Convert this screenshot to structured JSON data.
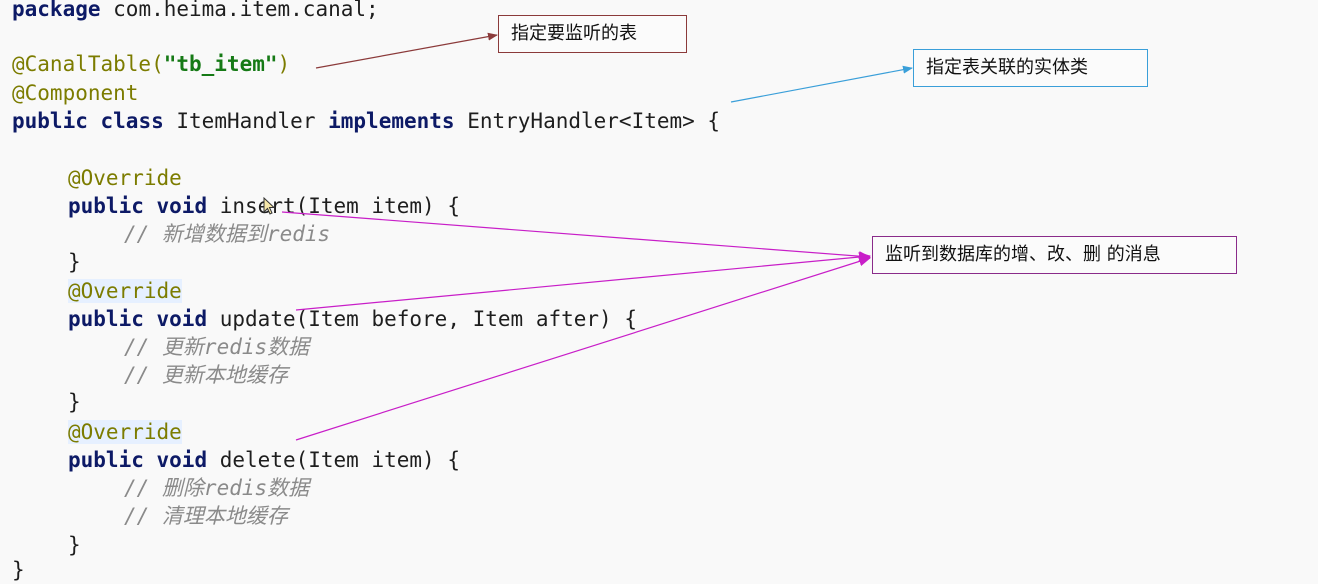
{
  "code": {
    "package_kw": "package",
    "package_name": " com.heima.item.canal;",
    "annotation_canal_table": "@CanalTable(",
    "canal_table_arg": "\"tb_item\"",
    "annotation_canal_table_close": ")",
    "annotation_component": "@Component",
    "class_kw_public": "public",
    "class_kw_class": "class",
    "class_name": "ItemHandler",
    "class_kw_implements": "implements",
    "class_iface": "EntryHandler<Item> {",
    "override_1": "@Override",
    "insert_kw_public": "public",
    "insert_kw_void": "void",
    "insert_sig": "insert(Item item) {",
    "insert_comment": "// 新增数据到redis",
    "close_1": "}",
    "override_2": "@Override",
    "update_kw_public": "public",
    "update_kw_void": "void",
    "update_sig": "update(Item before, Item after) {",
    "update_comment_1": "// 更新redis数据",
    "update_comment_2": "// 更新本地缓存",
    "close_2": "}",
    "override_3": "@Override",
    "delete_kw_public": "public",
    "delete_kw_void": "void",
    "delete_sig": "delete(Item item) {",
    "delete_comment_1": "// 删除redis数据",
    "delete_comment_2": "// 清理本地缓存",
    "close_3": "}",
    "close_class": "}"
  },
  "notes": {
    "table_note": "指定要监听的表",
    "entity_note": "指定表关联的实体类",
    "events_note": "监听到数据库的增、改、删  的消息"
  },
  "colors": {
    "keyword": "#0d1a66",
    "annotation": "#7c7c00",
    "string": "#167a16",
    "comment": "#8a8a8a",
    "arrow_table": "#8b3a3a",
    "arrow_entity": "#3a9fd9",
    "arrow_events": "#c81ec8"
  }
}
